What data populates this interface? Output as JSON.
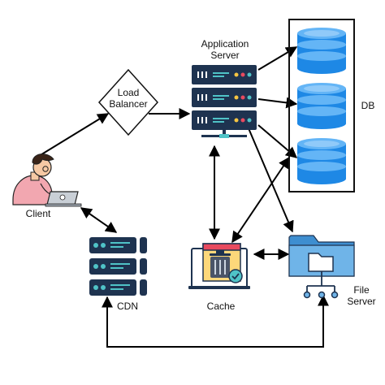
{
  "labels": {
    "load_balancer_line1": "Load",
    "load_balancer_line2": "Balancer",
    "app_server_line1": "Application",
    "app_server_line2": "Server",
    "db": "DB",
    "client": "Client",
    "cdn": "CDN",
    "cache": "Cache",
    "file_server_line1": "File",
    "file_server_line2": "Server"
  },
  "colors": {
    "server_dark": "#1e3350",
    "server_accent": "#4fc3c7",
    "db_blue": "#1e88e5",
    "db_light": "#64b5f6",
    "cache_yellow": "#fdd87a",
    "folder_blue": "#6fb4e8",
    "arrow": "#000000"
  }
}
